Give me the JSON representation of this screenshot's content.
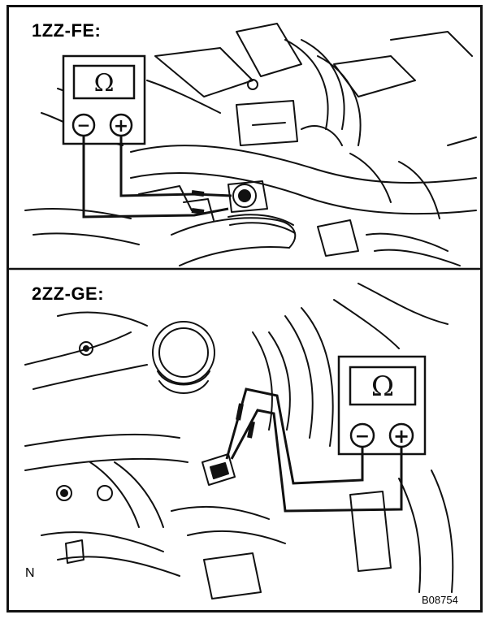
{
  "panels": {
    "top": {
      "label": "1ZZ-FE:",
      "meter_symbol": "Ω",
      "minus_symbol": "−",
      "plus_symbol": "+"
    },
    "bottom": {
      "label": "2ZZ-GE:",
      "meter_symbol": "Ω",
      "minus_symbol": "−",
      "plus_symbol": "+"
    }
  },
  "footer": {
    "corner_mark": "N",
    "figure_id": "B08754"
  }
}
